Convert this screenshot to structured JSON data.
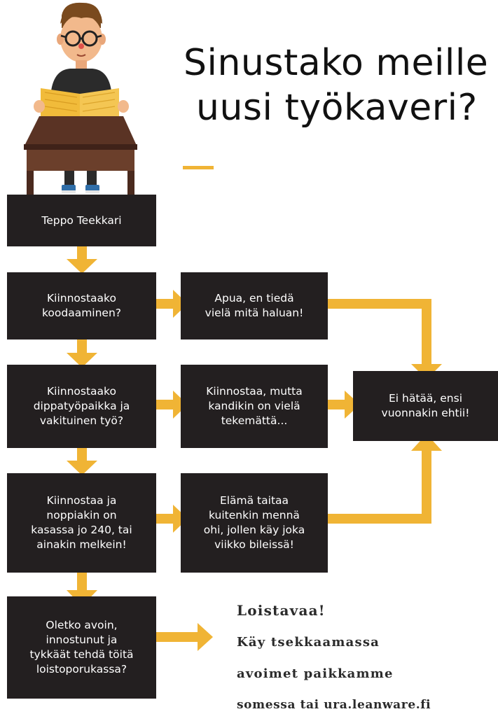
{
  "title": {
    "line1": "Sinustako meille",
    "line2": "uusi työkaveri?"
  },
  "colors": {
    "accent": "#f0b435",
    "box": "#231f20",
    "text_dark": "#111111"
  },
  "nodes": {
    "start": "Teppo Teekkari",
    "q1": "Kiinnostaako\nkoodaaminen?",
    "q2": "Kiinnostaako\ndippatyöpaikka ja\nvakituinen työ?",
    "q3": "Kiinnostaa ja\nnoppiakin on\nkasassa jo 240, tai\nainakin melkein!",
    "q4": "Oletko avoin,\ninnostunut ja\ntykkäät tehdä töitä\nloistoporukassa?",
    "a1": "Apua, en tiedä\nvielä mitä haluan!",
    "a2": "Kiinnostaa, mutta\nkandikin on vielä\ntekemättä...",
    "a3": "Elämä taitaa\nkuitenkin mennä\nohi, jollen käy joka\nviikko bileissä!",
    "end": "Ei hätää, ensi\nvuonnakin ehtii!"
  },
  "final_message": {
    "line1": "Loistavaa!",
    "line2": "Käy tsekkaamassa",
    "line3": "avoimet paikkamme",
    "line4": "somessa tai ura.leanware.fi"
  },
  "illustration": "student-reading-book-at-desk"
}
